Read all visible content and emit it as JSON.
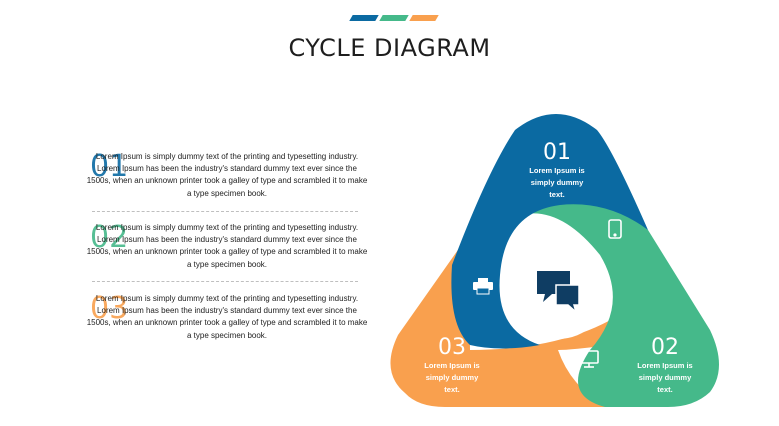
{
  "title": "CYCLE DIAGRAM",
  "colors": {
    "blue": "#0b6aa2",
    "green": "#45b98a",
    "orange": "#f9a04e",
    "dark": "#0f3d63"
  },
  "items": [
    {
      "number": "01",
      "color": "#0b6aa2",
      "text": "Lorem Ipsum is simply dummy text of the printing and typesetting industry. Lorem Ipsum has been the industry's standard dummy text ever since the 1500s, when an unknown printer took a galley of type and scrambled it to make a type specimen book."
    },
    {
      "number": "02",
      "color": "#45b98a",
      "text": "Lorem Ipsum is simply dummy text of the printing and typesetting industry. Lorem Ipsum has been the industry's standard dummy text ever since the 1500s, when an unknown printer took a galley of type and scrambled it to make a type specimen book."
    },
    {
      "number": "03",
      "color": "#f9a04e",
      "text": "Lorem Ipsum is simply dummy text of the printing and typesetting industry. Lorem Ipsum has been the industry's standard dummy text ever since the 1500s, when an unknown printer took a galley of type and scrambled it to make a type specimen book."
    }
  ],
  "segments": [
    {
      "number": "01",
      "text": "Lorem Ipsum is simply dummy text.",
      "icon": "tablet-icon"
    },
    {
      "number": "02",
      "text": "Lorem Ipsum is simply dummy text.",
      "icon": "monitor-icon"
    },
    {
      "number": "03",
      "text": "Lorem Ipsum is simply dummy text.",
      "icon": "printer-icon"
    }
  ],
  "center_icon": "chat-bubbles-icon"
}
